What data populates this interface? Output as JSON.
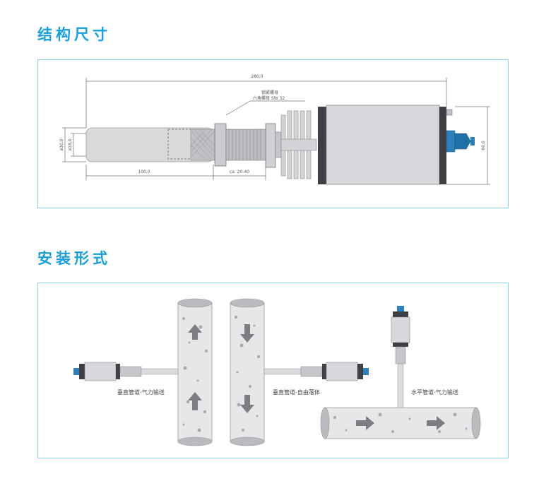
{
  "sections": {
    "dimensions_title": "结构尺寸",
    "installation_title": "安装形式"
  },
  "dims": {
    "total_length": "280,0",
    "probe_length": "100,0",
    "thread_length": "ca. 20-40",
    "height": "60,0",
    "outer_diameter": "ø30,0",
    "inner_diameter": "ø18,0",
    "note_line1": "锁紧螺母",
    "note_line2": "六角螺母 SW 32"
  },
  "install": {
    "label1": "垂直管道-气力输送",
    "label2": "垂直管道-自由落体",
    "label3": "水平管道-气力输送"
  },
  "colors": {
    "accent": "#1a9fd6",
    "border": "#8ecfe6"
  }
}
